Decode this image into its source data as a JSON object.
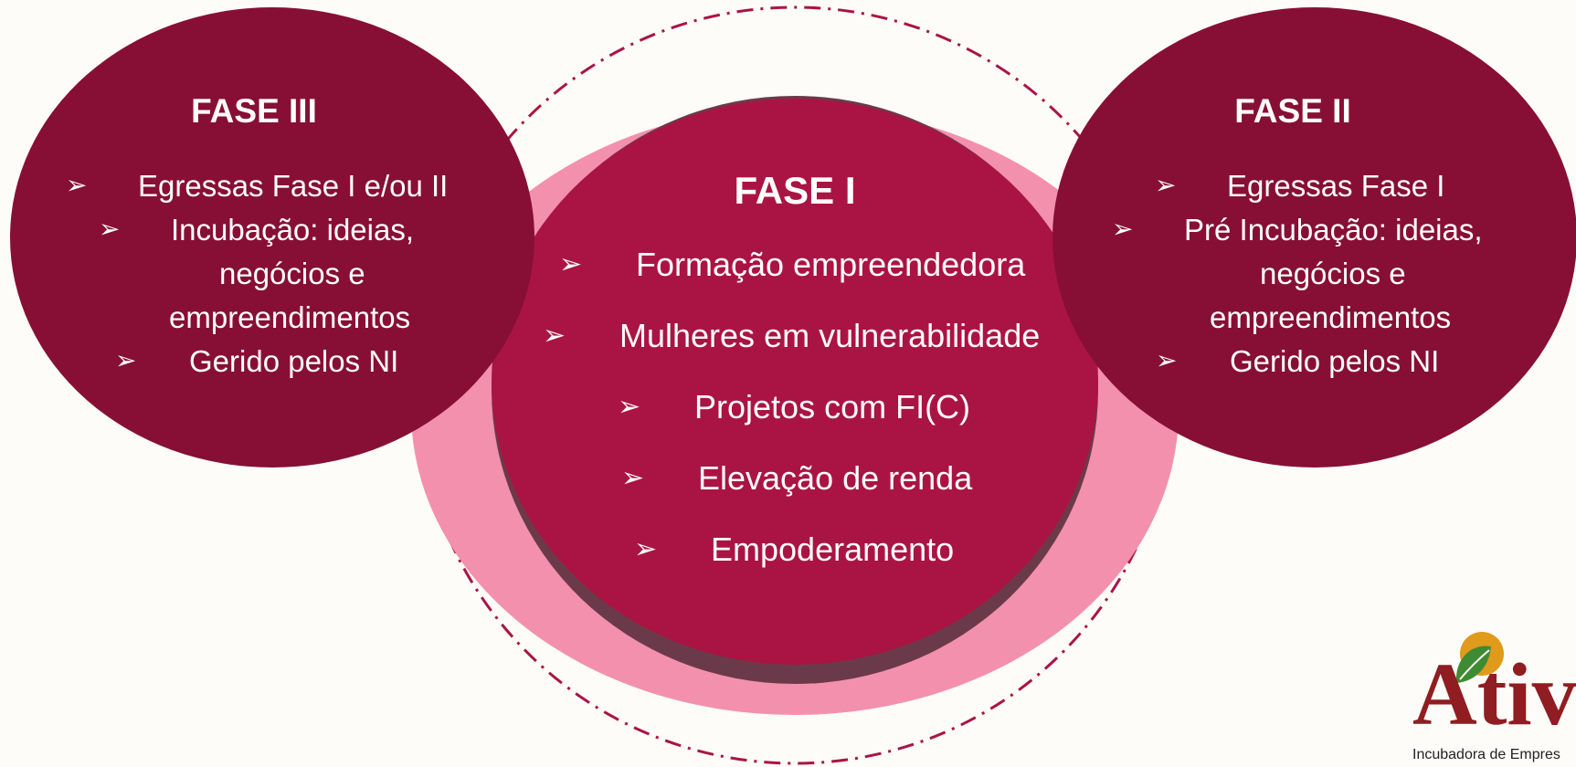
{
  "colors": {
    "background": "#fdfcf8",
    "outer_phase_fill": "#870f35",
    "center_phase_fill": "#aa1444",
    "center_shadow": "#6b3a4a",
    "halo_fill": "#f390ae",
    "dash_ring": "#aa1444",
    "logo_red": "#8f1d21",
    "logo_green": "#3f8b33",
    "logo_orange": "#e09a1c"
  },
  "bullet_glyph": "➢",
  "phase3": {
    "title": "FASE III",
    "items": [
      "Egressas Fase I e/ou II",
      "Incubação: ideias,",
      "negócios e",
      "empreendimentos",
      "Gerido pelos NI"
    ]
  },
  "phase1": {
    "title": "FASE I",
    "items": [
      "Formação empreendedora",
      "Mulheres em vulnerabilidade",
      "Projetos com FI(C)",
      "Elevação de renda",
      "Empoderamento"
    ]
  },
  "phase2": {
    "title": "FASE II",
    "items": [
      "Egressas Fase I",
      "Pré Incubação: ideias,",
      "negócios e",
      "empreendimentos",
      "Gerido pelos NI"
    ]
  },
  "logo": {
    "wordmark": "Ativ",
    "caption": "Incubadora de Empres"
  }
}
